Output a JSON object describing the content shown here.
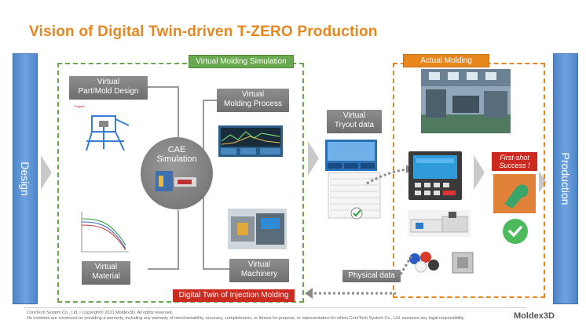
{
  "title": "Vision of Digital Twin-driven T-ZERO Production",
  "left_bar": "Design",
  "right_bar": "Production",
  "virtual_section_label": "Virtual Molding Simulation",
  "actual_section_label": "Actual Molding",
  "nodes": {
    "part_mold_design": "Virtual\nPart/Mold Design",
    "molding_process": "Virtual\nMolding Process",
    "cae_simulation": "CAE\nSimulation",
    "virtual_material": "Virtual\nMaterial",
    "virtual_machinery": "Virtual\nMachinery",
    "tryout_data": "Virtual\nTryout data",
    "physical_data": "Physical data",
    "digital_twin": "Digital Twin of Injection Molding"
  },
  "first_shot": "First-shot\nSuccess !",
  "footer": {
    "line1": "CoreTech System Co., Ltd. | Copyright© 2021 Moldex3D. All rights reserved.",
    "line2": "No contents are construed as providing a warranty, including any warranty of merchantability, accuracy, completeness, or fitness for purpose, or representation for which CoreTech System Co., Ltd. assumes any legal responsibility.",
    "logo": "Moldex3D"
  },
  "colors": {
    "title": "#e8861e",
    "green": "#6aa84f",
    "orange": "#e8861e",
    "red": "#cc2a1f",
    "blue": "#4f86c9"
  }
}
